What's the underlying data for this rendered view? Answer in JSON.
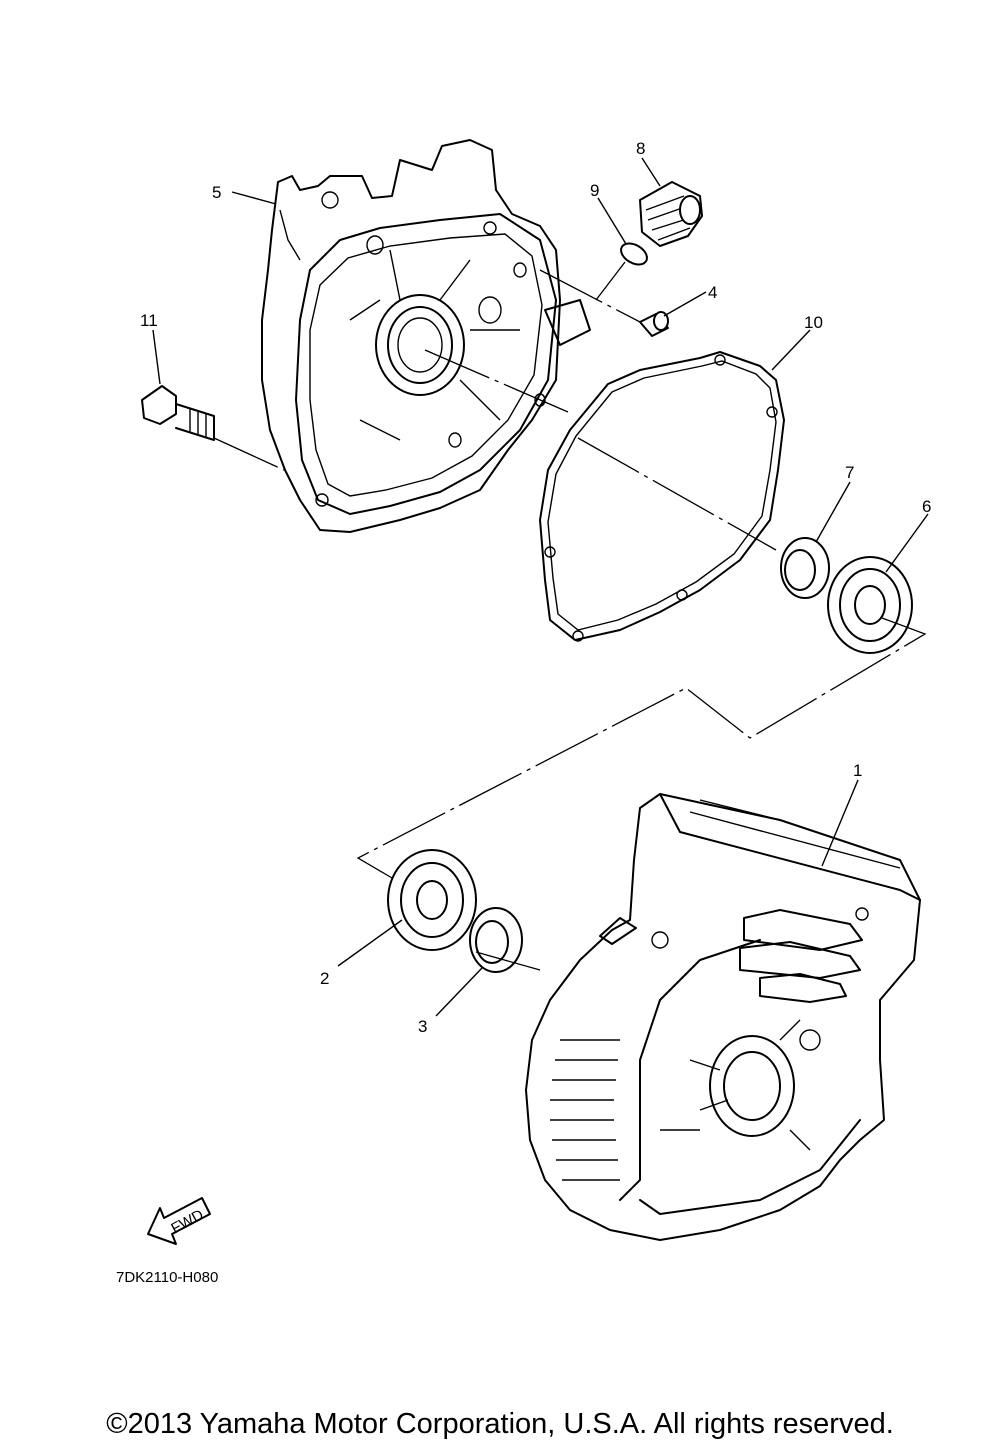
{
  "diagram": {
    "callouts": [
      {
        "id": "1",
        "label": "1"
      },
      {
        "id": "2",
        "label": "2"
      },
      {
        "id": "3",
        "label": "3"
      },
      {
        "id": "4",
        "label": "4"
      },
      {
        "id": "5",
        "label": "5"
      },
      {
        "id": "6",
        "label": "6"
      },
      {
        "id": "7",
        "label": "7"
      },
      {
        "id": "8",
        "label": "8"
      },
      {
        "id": "9",
        "label": "9"
      },
      {
        "id": "10",
        "label": "10"
      },
      {
        "id": "11",
        "label": "11"
      }
    ],
    "fwd_arrow_text": "FWD",
    "drawing_code": "7DK2110-H080"
  },
  "footer": {
    "copyright": "©2013 Yamaha Motor Corporation, U.S.A. All rights reserved."
  }
}
